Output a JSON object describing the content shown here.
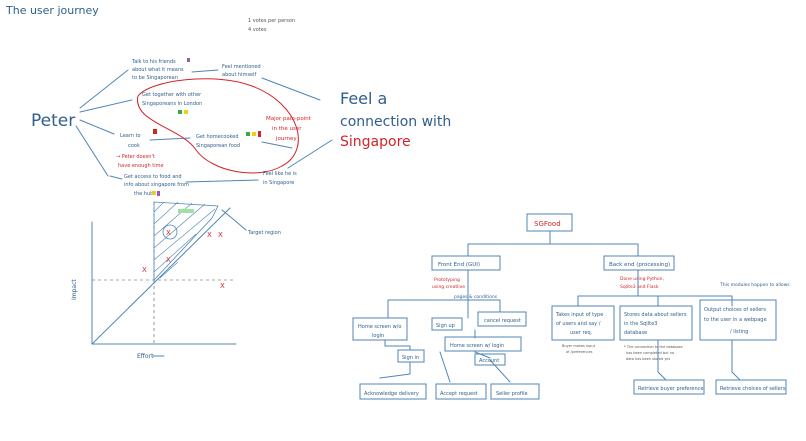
{
  "title": "The user journey",
  "note": {
    "line1": "1 votes per person",
    "line2": "4 votes"
  },
  "journey": {
    "persona": "Peter",
    "goal_line1": "Feel a",
    "goal_line2": "connection with",
    "goal_line3": "Singapore",
    "steps": {
      "talk": [
        "Talk to his friends",
        "about what it means",
        "to be Singaporean"
      ],
      "feel_mentioned": [
        "Feel mentioned",
        "about himself"
      ],
      "together": [
        "Get together with other",
        "Singaporeans in London"
      ],
      "learn": [
        "Learn to",
        "cook"
      ],
      "no_time": [
        "→ Peter doesn't",
        "have enough time"
      ],
      "homecooked": [
        "Get homecooked",
        "Singaporean food"
      ],
      "access": [
        "Get access to food and",
        "info about singapore from",
        "the hub"
      ],
      "feel_like": [
        "Feel like he is",
        "in Singapore"
      ]
    },
    "pain_point": [
      "Major pain-point",
      "in the user",
      "journey"
    ],
    "vote_colors": [
      "#d2242a",
      "#3aa845",
      "#e8d21c",
      "#9b59b6"
    ]
  },
  "matrix": {
    "y_label": "Impact",
    "x_label": "Effort",
    "target_label": "Target region",
    "marks": [
      "X",
      "X",
      "X",
      "X",
      "X",
      "X"
    ]
  },
  "tree": {
    "root": "SGFood",
    "front": "Front End (GUI)",
    "front_note": [
      "Prototyping",
      "using creatlive"
    ],
    "front_types": "pages & conditions",
    "back": "Back end (processing)",
    "back_note": [
      "Done using Python,",
      "Sqlite3 and Flask"
    ],
    "back_note2": [
      "This modules happen to allows"
    ],
    "gui": {
      "home_pre": [
        "Home screen w/o",
        "login"
      ],
      "sign_up": "Sign up",
      "cancel": "cancel request",
      "home_post": "Home screen w/ login",
      "sign_in": "Sign in",
      "account": "Account",
      "ack": "Acknowledge delivery",
      "accept": "Accept request",
      "seller": "Seller profile"
    },
    "backend": {
      "input": [
        "Takes input of type",
        "of users and say /",
        "user req."
      ],
      "input_note": [
        "Buyer makes input",
        "of /preferences"
      ],
      "store": [
        "Stores data about sellers",
        "in the SqlIte3",
        "database"
      ],
      "store_note": [
        "* The connection to the database",
        "has been completed but no",
        "data has been stored yet"
      ],
      "output": [
        "Output choices of sellers",
        "to the user in a webpage",
        "/ listing"
      ],
      "retrieve_buyer": "Retrieve buyer preference",
      "retrieve_seller": "Retrieve choices of sellers"
    }
  }
}
